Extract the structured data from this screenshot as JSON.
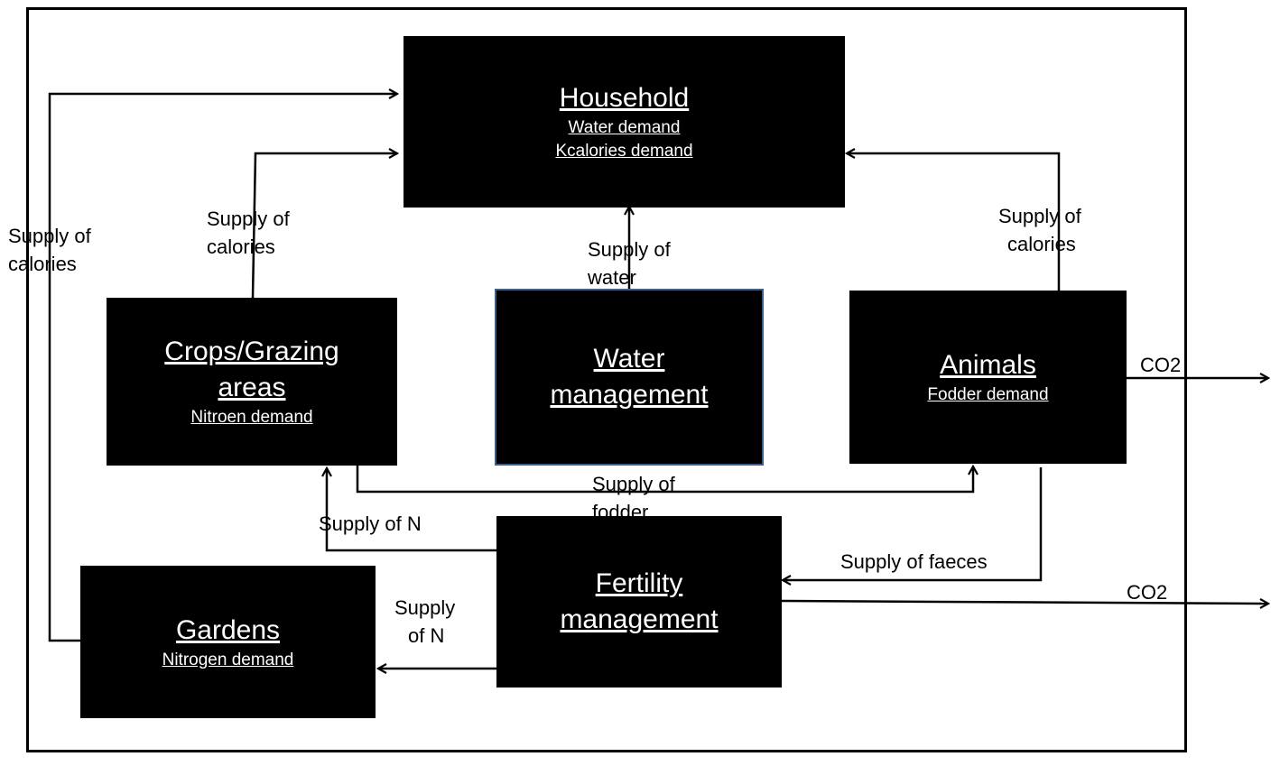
{
  "nodes": {
    "household": {
      "title": "Household",
      "sub1": "Water demand",
      "sub2": "Kcalories demand"
    },
    "crops": {
      "title1": "Crops/Grazing",
      "title2": "areas",
      "sub": "Nitroen demand"
    },
    "water": {
      "title1": "Water",
      "title2": "management"
    },
    "animals": {
      "title": "Animals",
      "sub": "Fodder demand"
    },
    "gardens": {
      "title": "Gardens",
      "sub": "Nitrogen demand"
    },
    "fertility": {
      "title1": "Fertility",
      "title2": "management"
    }
  },
  "labels": {
    "left_calories_1": "Supply of",
    "left_calories_2": "calories",
    "crops_calories_1": "Supply of",
    "crops_calories_2": "calories",
    "water_supply_1": "Supply of",
    "water_supply_2": "water",
    "animals_calories_1": "Supply of",
    "animals_calories_2": "calories",
    "fodder_1": "Supply of",
    "fodder_2": "fodder",
    "supply_n_crops": "Supply of N",
    "supply_n_gardens_1": "Supply",
    "supply_n_gardens_2": "of N",
    "faeces": "Supply of faeces",
    "co2_animals": "CO2",
    "co2_fertility": "CO2"
  }
}
